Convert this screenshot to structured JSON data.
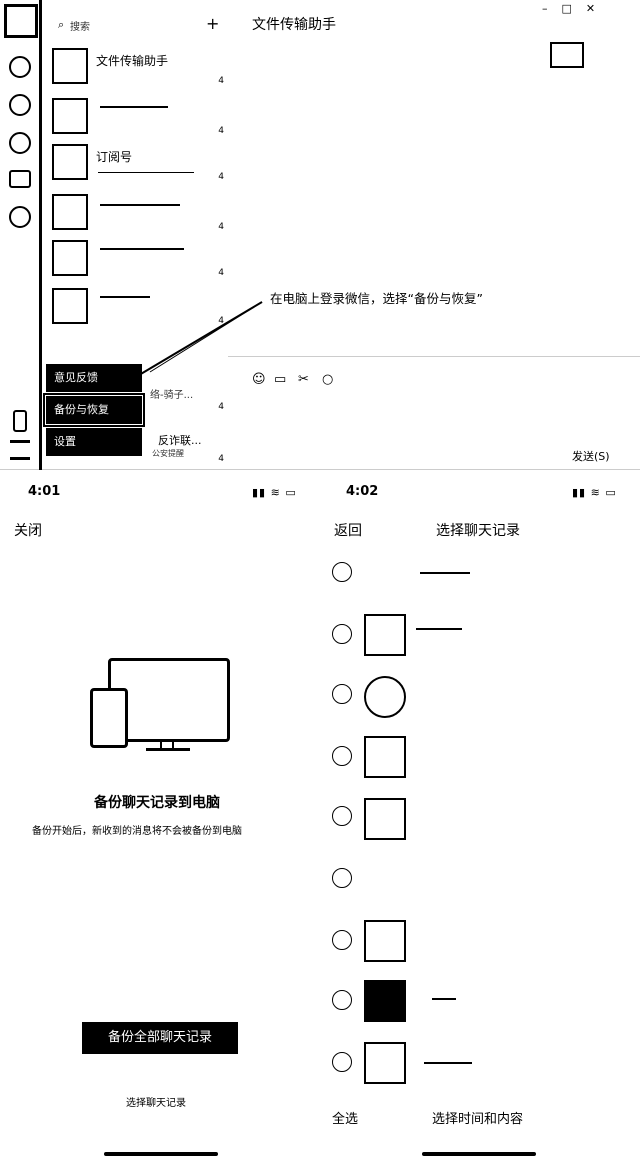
{
  "desktop": {
    "search_placeholder": "搜索",
    "add_symbol": "+",
    "chat_title": "文件传输助手",
    "chats": [
      {
        "name": "文件传输助手",
        "sub": "",
        "time": "4"
      },
      {
        "name": "",
        "sub": "",
        "time": "4"
      },
      {
        "name": "订阅号",
        "sub": "",
        "time": "4"
      },
      {
        "name": "",
        "sub": "",
        "time": "4"
      },
      {
        "name": "",
        "sub": "",
        "time": "4"
      },
      {
        "name": "",
        "sub": "",
        "time": "4"
      },
      {
        "name": "",
        "sub": "络-骑子...",
        "time": "4"
      },
      {
        "name": "反诈联...",
        "sub": "公安提醒",
        "time": "4"
      }
    ],
    "menu": {
      "item1": "意见反馈",
      "item2": "备份与恢复",
      "item3": "设置"
    },
    "annotation": "在电脑上登录微信，选择“备份与恢复”",
    "send_label": "发送(S)"
  },
  "phone1": {
    "time": "4:01",
    "close_label": "关闭",
    "heading": "备份聊天记录到电脑",
    "subtext": "备份开始后，新收到的消息将不会被备份到电脑",
    "primary_button": "备份全部聊天记录",
    "secondary_link": "选择聊天记录"
  },
  "phone2": {
    "time": "4:02",
    "back_label": "返回",
    "title": "选择聊天记录",
    "select_all": "全选",
    "select_time": "选择时间和内容"
  }
}
